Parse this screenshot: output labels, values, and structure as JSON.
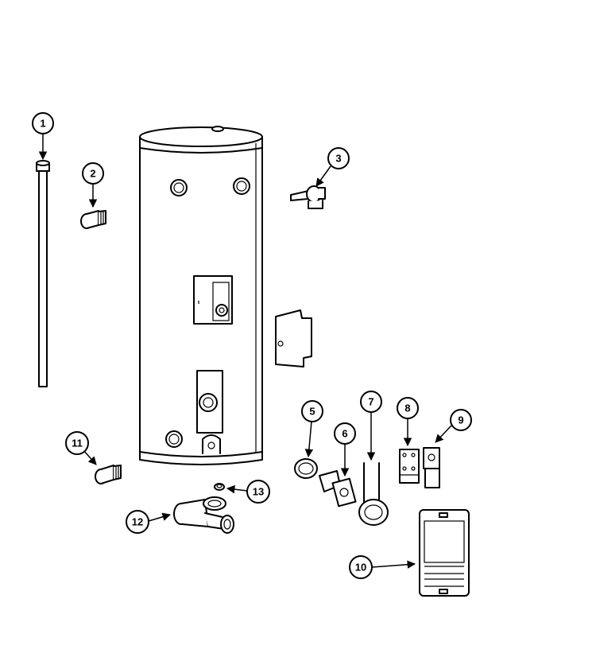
{
  "diagram": {
    "callouts": [
      {
        "label": "1"
      },
      {
        "label": "2"
      },
      {
        "label": "3"
      },
      {
        "label": "5"
      },
      {
        "label": "6"
      },
      {
        "label": "7"
      },
      {
        "label": "8"
      },
      {
        "label": "9"
      },
      {
        "label": "10"
      },
      {
        "label": "11"
      },
      {
        "label": "12"
      },
      {
        "label": "13"
      }
    ]
  },
  "colors": {
    "line": "#000000",
    "background": "#ffffff"
  }
}
